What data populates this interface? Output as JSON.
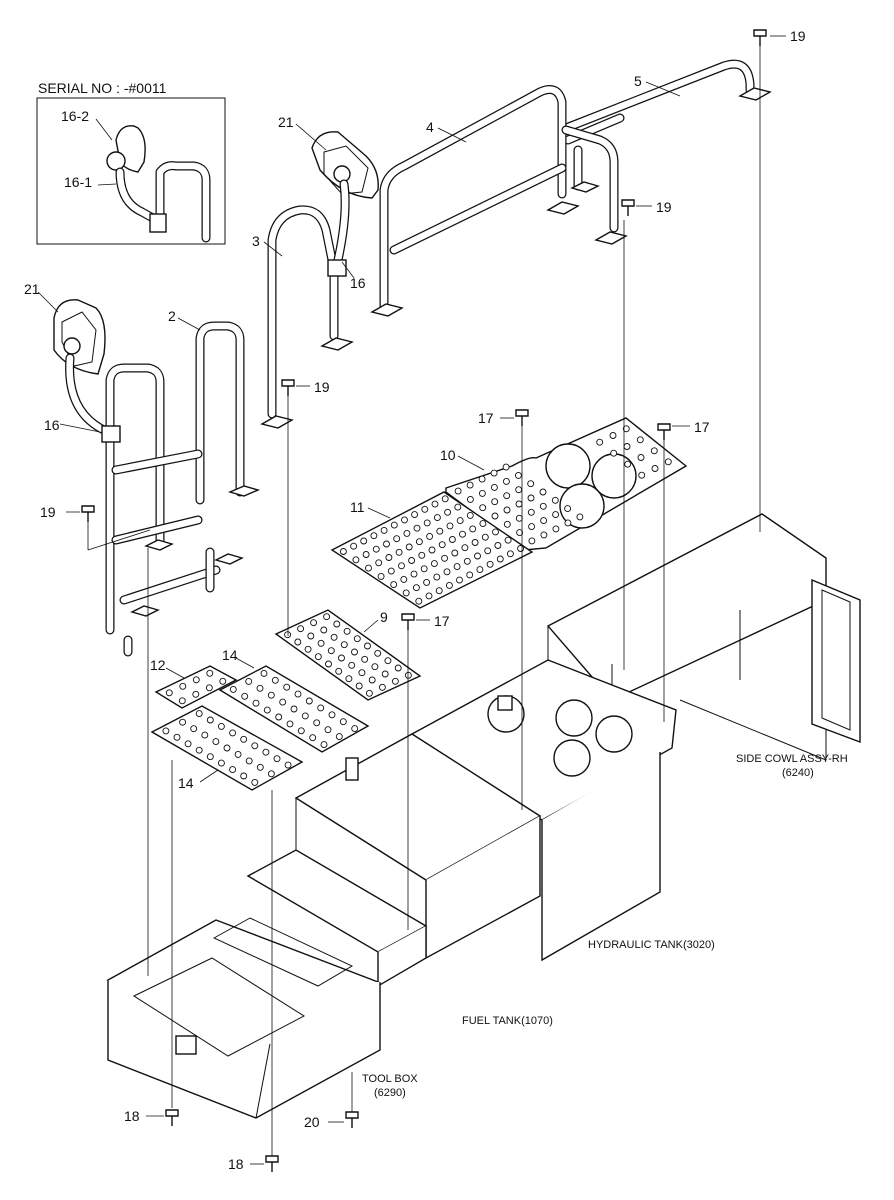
{
  "title": "",
  "serial": {
    "text": "SERIAL NO : -#0011",
    "inset_labels": [
      "16-2",
      "16-1"
    ]
  },
  "part_labels": {
    "p19_top": "19",
    "p5": "5",
    "p4": "4",
    "p21_upper": "21",
    "p19_mid": "19",
    "p3": "3",
    "p16_upper": "16",
    "p21_left": "21",
    "p2": "2",
    "p19_left_upper": "19",
    "p16_left": "16",
    "p17_upper_left": "17",
    "p17_upper_right": "17",
    "p10": "10",
    "p11": "11",
    "p19_left": "19",
    "p9": "9",
    "p17_mid": "17",
    "p12": "12",
    "p14_upper": "14",
    "p14_lower": "14",
    "p18_upper": "18",
    "p20": "20",
    "p18_lower": "18"
  },
  "assembly_labels": {
    "side_cowl": "SIDE COWL ASSY-RH",
    "side_cowl_code": "(6240)",
    "hydraulic_tank": "HYDRAULIC TANK(3020)",
    "fuel_tank": "FUEL TANK(1070)",
    "tool_box": "TOOL BOX",
    "tool_box_code": "(6290)"
  }
}
